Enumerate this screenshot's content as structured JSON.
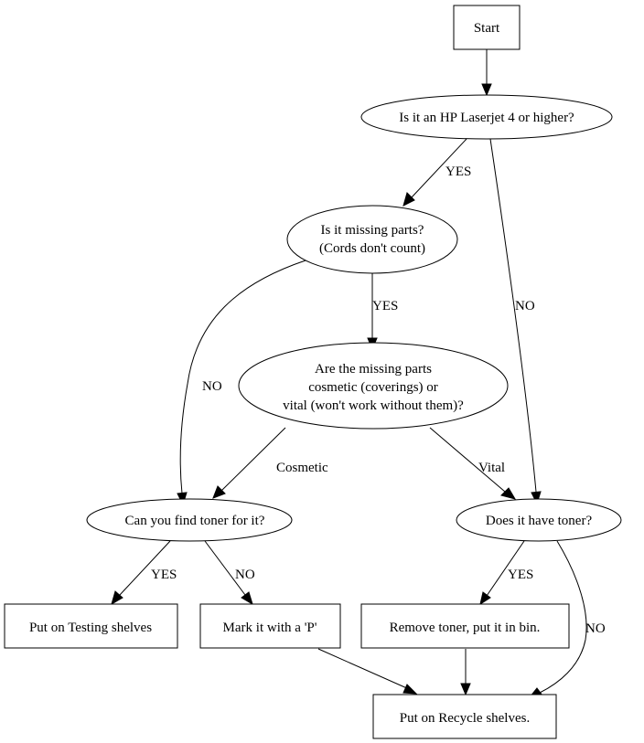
{
  "diagram": {
    "type": "flowchart",
    "nodes": {
      "start": {
        "shape": "box",
        "lines": [
          "Start"
        ]
      },
      "hp_laserjet": {
        "shape": "ellipse",
        "lines": [
          "Is it an HP Laserjet 4 or higher?"
        ]
      },
      "missing_parts": {
        "shape": "ellipse",
        "lines": [
          "Is it missing parts?",
          "(Cords don't count)"
        ]
      },
      "cosmetic_or_vital": {
        "shape": "ellipse",
        "lines": [
          "Are the missing parts",
          "cosmetic (coverings) or",
          "vital (won't work without them)?"
        ]
      },
      "find_toner": {
        "shape": "ellipse",
        "lines": [
          "Can you find toner for it?"
        ]
      },
      "have_toner": {
        "shape": "ellipse",
        "lines": [
          "Does it have toner?"
        ]
      },
      "testing_shelves": {
        "shape": "box",
        "lines": [
          "Put on Testing shelves"
        ]
      },
      "mark_p": {
        "shape": "box",
        "lines": [
          "Mark it with a 'P'"
        ]
      },
      "remove_toner": {
        "shape": "box",
        "lines": [
          "Remove toner, put it in bin."
        ]
      },
      "recycle_shelves": {
        "shape": "box",
        "lines": [
          "Put on Recycle shelves."
        ]
      }
    },
    "edges": [
      {
        "from": "start",
        "to": "hp_laserjet",
        "label": ""
      },
      {
        "from": "hp_laserjet",
        "to": "missing_parts",
        "label": "YES"
      },
      {
        "from": "hp_laserjet",
        "to": "have_toner",
        "label": "NO"
      },
      {
        "from": "missing_parts",
        "to": "cosmetic_or_vital",
        "label": "YES"
      },
      {
        "from": "missing_parts",
        "to": "find_toner",
        "label": "NO"
      },
      {
        "from": "cosmetic_or_vital",
        "to": "find_toner",
        "label": "Cosmetic"
      },
      {
        "from": "cosmetic_or_vital",
        "to": "have_toner",
        "label": "Vital"
      },
      {
        "from": "find_toner",
        "to": "testing_shelves",
        "label": "YES"
      },
      {
        "from": "find_toner",
        "to": "mark_p",
        "label": "NO"
      },
      {
        "from": "have_toner",
        "to": "remove_toner",
        "label": "YES"
      },
      {
        "from": "have_toner",
        "to": "recycle_shelves",
        "label": "NO"
      },
      {
        "from": "mark_p",
        "to": "recycle_shelves",
        "label": ""
      },
      {
        "from": "remove_toner",
        "to": "recycle_shelves",
        "label": ""
      }
    ]
  }
}
